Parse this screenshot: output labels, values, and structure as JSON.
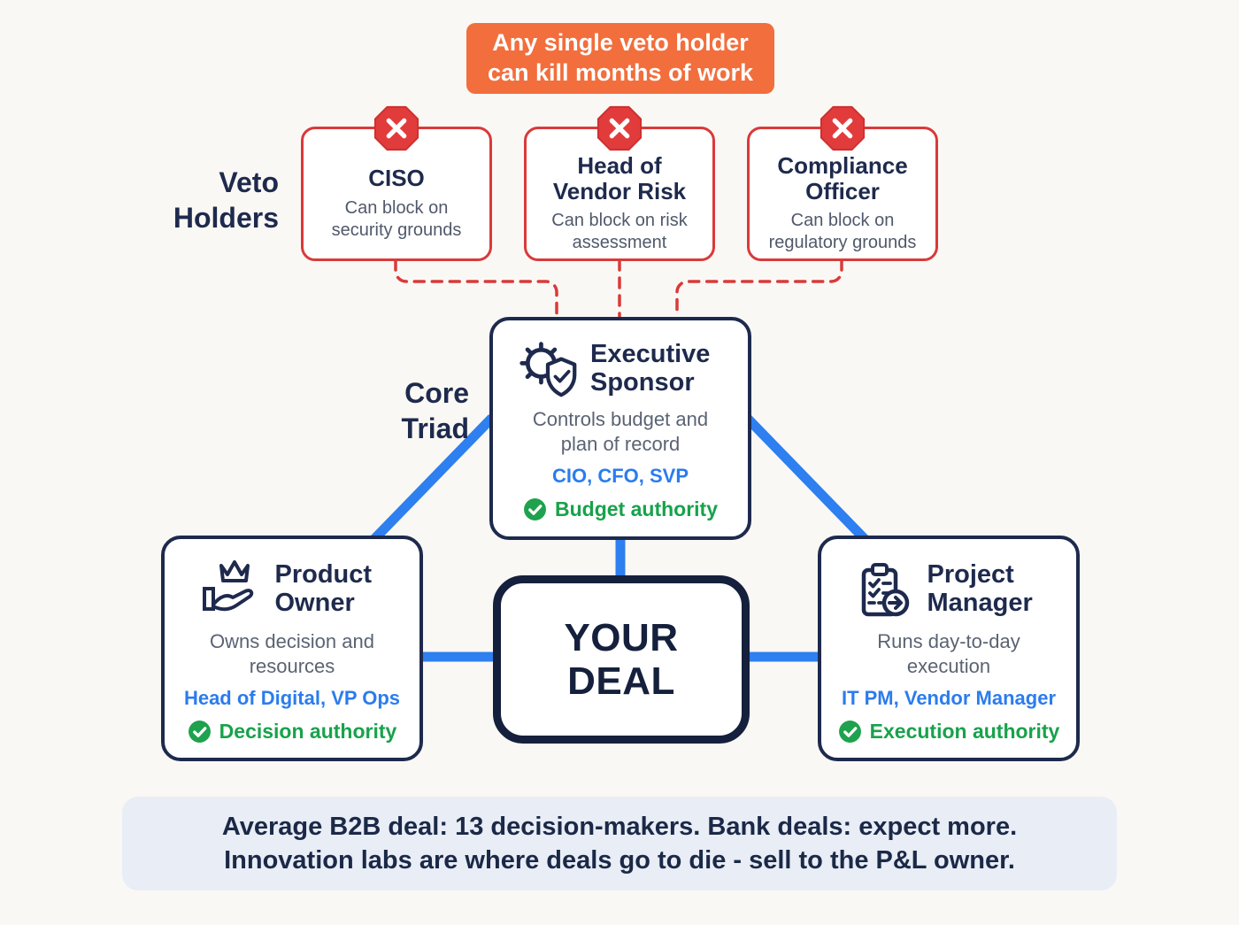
{
  "top_banner": {
    "text": "Any single veto holder\ncan kill months of work"
  },
  "side_labels": {
    "veto_holders": "Veto\nHolders",
    "core_triad": "Core\nTriad"
  },
  "veto_holders": [
    {
      "title": "CISO",
      "desc": "Can block on security grounds",
      "icon": "x-octagon"
    },
    {
      "title": "Head of Vendor Risk",
      "desc": "Can block on risk assessment",
      "icon": "x-octagon"
    },
    {
      "title": "Compliance Officer",
      "desc": "Can block on regulatory grounds",
      "icon": "x-octagon"
    }
  ],
  "core_triad": {
    "executive_sponsor": {
      "title": "Executive Sponsor",
      "desc": "Controls budget and plan of record",
      "roles": "CIO, CFO, SVP",
      "authority": "Budget authority",
      "icon": "gear-shield-check"
    },
    "product_owner": {
      "title": "Product Owner",
      "desc": "Owns decision and resources",
      "roles": "Head of Digital, VP Ops",
      "authority": "Decision authority",
      "icon": "hand-crown"
    },
    "project_manager": {
      "title": "Project Manager",
      "desc": "Runs day-to-day execution",
      "roles": "IT PM, Vendor Manager",
      "authority": "Execution authority",
      "icon": "clipboard-checklist-arrow"
    }
  },
  "center": {
    "title": "YOUR DEAL"
  },
  "bottom_banner": {
    "text": "Average B2B deal: 13 decision-makers. Bank deals: expect more.\nInnovation labs are where deals go to die - sell to the P&L owner."
  },
  "icons": {
    "authority_check": "check-circle",
    "veto": "x-octagon"
  },
  "colors": {
    "background": "#FAF8F4",
    "navy": "#1E2A4D",
    "red": "#D93A3A",
    "blue_line": "#2E7FEF",
    "blue_text": "#2B7CEE",
    "green": "#1EA24D",
    "orange": "#F26E3C",
    "bottom_banner_bg": "#E8EDF6"
  }
}
